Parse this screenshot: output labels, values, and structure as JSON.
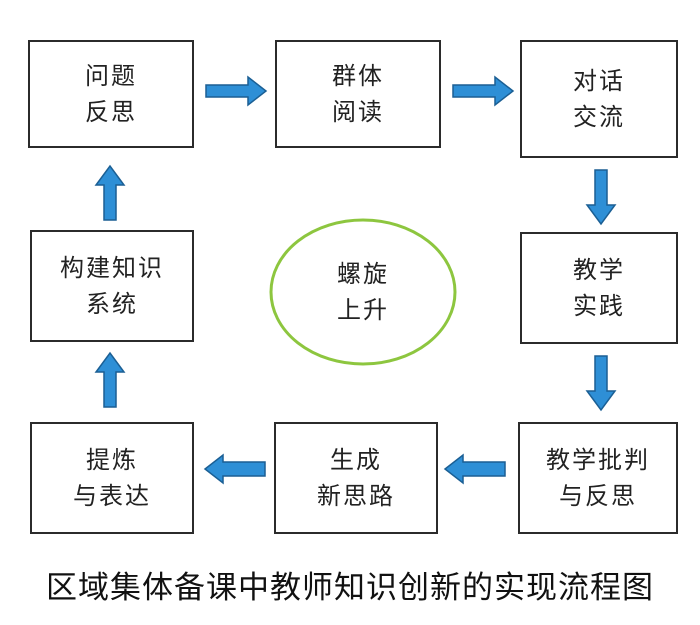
{
  "nodes": {
    "problem_reflection": [
      "问题",
      "反思"
    ],
    "group_reading": [
      "群体",
      "阅读"
    ],
    "dialogue_exchange": [
      "对话",
      "交流"
    ],
    "teaching_practice": [
      "教学",
      "实践"
    ],
    "teaching_critique": [
      "教学批判",
      "与反思"
    ],
    "new_thinking": [
      "生成",
      "新思路"
    ],
    "refine_express": [
      "提炼",
      "与表达"
    ],
    "build_knowledge": [
      "构建知识",
      "系统"
    ]
  },
  "center": [
    "螺旋",
    "上升"
  ],
  "caption": "区域集体备课中教师知识创新的实现流程图",
  "colors": {
    "arrow_fill": "#2e8fd6",
    "arrow_stroke": "#1b5f94",
    "ellipse_stroke": "#8dc63f",
    "box_border": "#2b2b2b"
  }
}
